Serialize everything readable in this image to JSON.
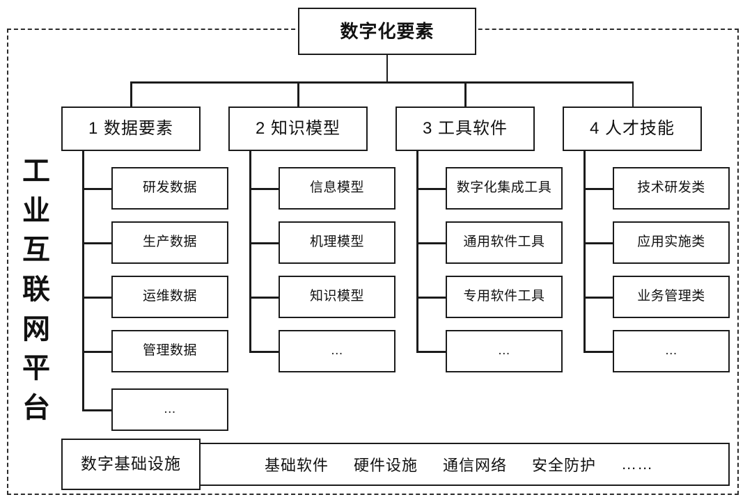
{
  "diagram": {
    "title": "数字化要素",
    "platform_label": "工业互联网平台",
    "platform_label_chars": [
      "工",
      "业",
      "互",
      "联",
      "网",
      "平",
      "台"
    ],
    "colors": {
      "stroke": "#1b1b1b",
      "frame_dashed": "#2b2b2b",
      "background": "#ffffff",
      "text": "#111111"
    },
    "categories": [
      {
        "id": "1",
        "label": "1 数据要素",
        "children": [
          "研发数据",
          "生产数据",
          "运维数据",
          "管理数据",
          "..."
        ]
      },
      {
        "id": "2",
        "label": "2 知识模型",
        "children": [
          "信息模型",
          "机理模型",
          "知识模型",
          "..."
        ]
      },
      {
        "id": "3",
        "label": "3 工具软件",
        "children": [
          "数字化集成工具",
          "通用软件工具",
          "专用软件工具",
          "..."
        ]
      },
      {
        "id": "4",
        "label": "4 人才技能",
        "children": [
          "技术研发类",
          "应用实施类",
          "业务管理类",
          "..."
        ]
      }
    ],
    "infrastructure": {
      "label": "数字基础设施",
      "items": [
        "基础软件",
        "硬件设施",
        "通信网络",
        "安全防护",
        "……"
      ]
    }
  }
}
